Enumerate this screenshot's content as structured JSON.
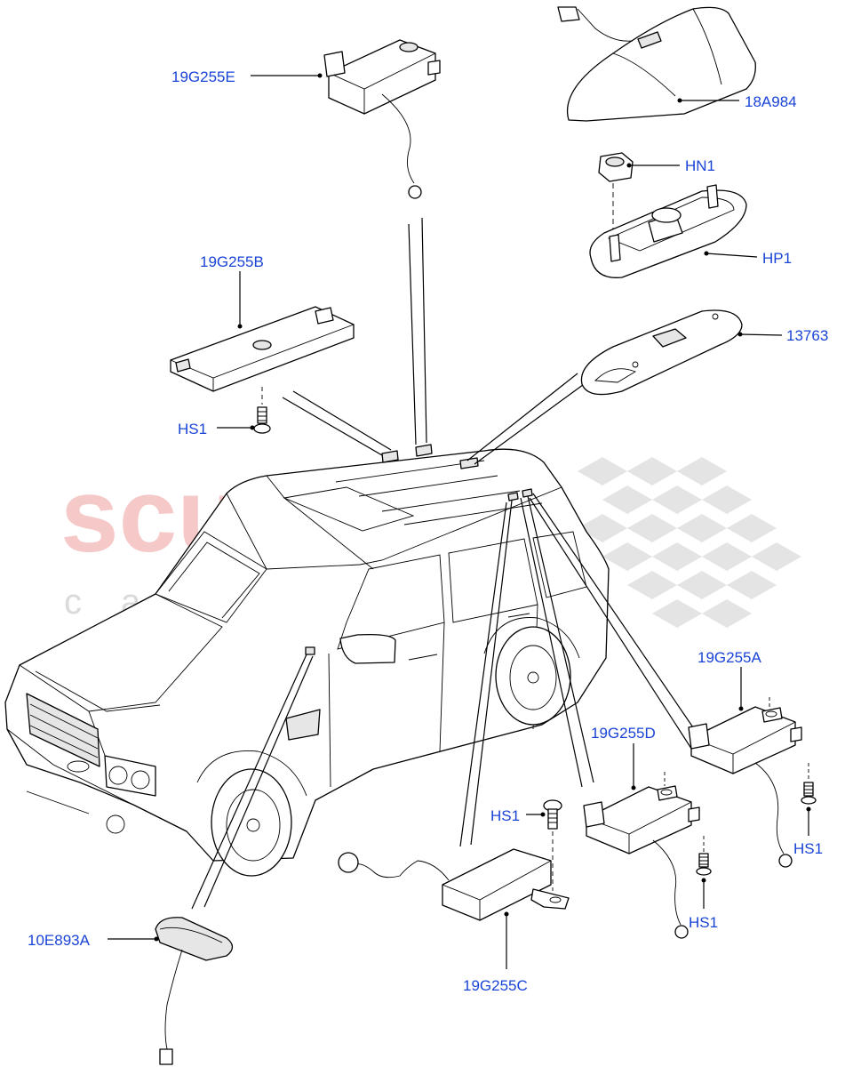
{
  "watermark": {
    "brand": "scuderia",
    "sub": "car parts"
  },
  "callouts": {
    "p18A984": "18A984",
    "pHN1": "HN1",
    "pHP1": "HP1",
    "p13763": "13763",
    "p19G255E": "19G255E",
    "p19G255B": "19G255B",
    "pHS1_b": "HS1",
    "p19G255A": "19G255A",
    "p19G255D": "19G255D",
    "pHS1_c": "HS1",
    "pHS1_d": "HS1",
    "pHS1_a": "HS1",
    "p10E893A": "10E893A",
    "p19G255C": "19G255C"
  }
}
